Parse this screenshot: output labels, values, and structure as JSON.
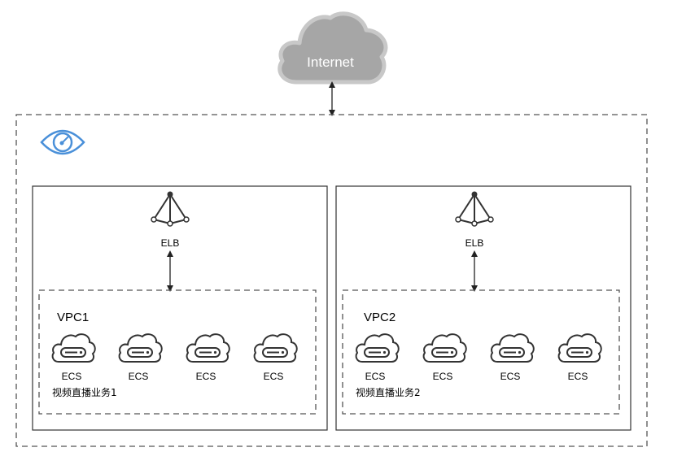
{
  "internet": {
    "label": "Internet",
    "icon": "cloud-icon"
  },
  "region": {
    "icon": "eye-icon"
  },
  "panels": [
    {
      "elb": {
        "label": "ELB",
        "icon": "load-balancer-icon"
      },
      "vpc": {
        "label": "VPC1",
        "ecs": [
          "ECS",
          "ECS",
          "ECS",
          "ECS"
        ],
        "caption": "视频直播业务1"
      }
    },
    {
      "elb": {
        "label": "ELB",
        "icon": "load-balancer-icon"
      },
      "vpc": {
        "label": "VPC2",
        "ecs": [
          "ECS",
          "ECS",
          "ECS",
          "ECS"
        ],
        "caption": "视频直播业务2"
      }
    }
  ],
  "colors": {
    "cloud_fill": "#a6a6a6",
    "cloud_outline": "#c8c8c8",
    "eye_blue": "#4a90d9",
    "line": "#333333",
    "dash": "#555555"
  }
}
